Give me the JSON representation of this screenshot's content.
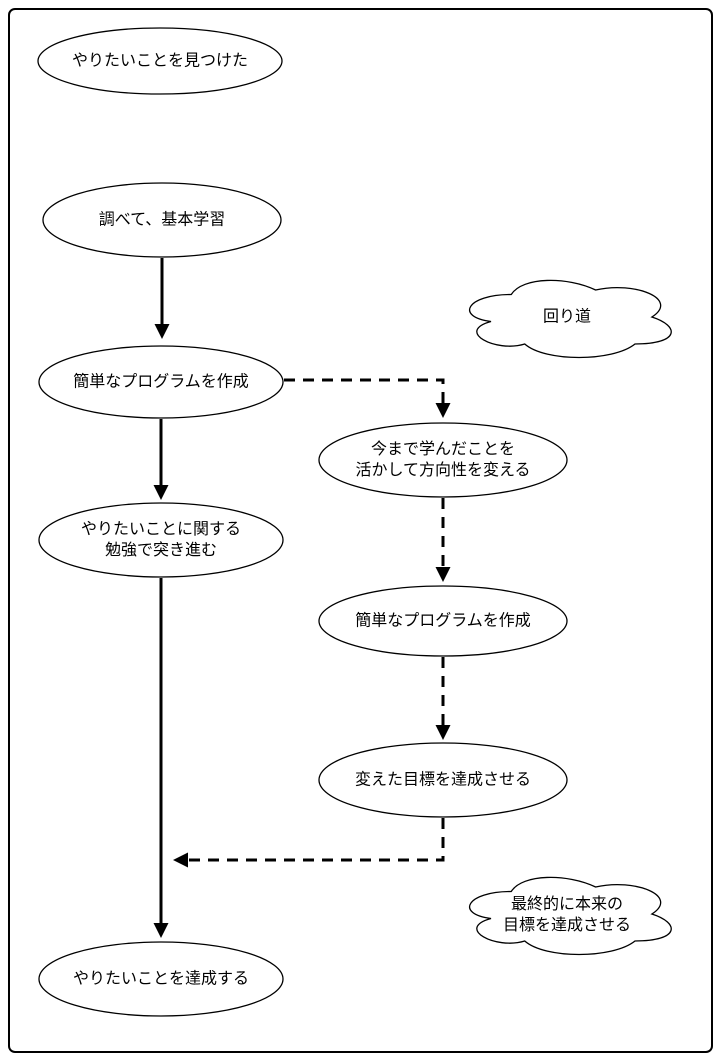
{
  "diagram": {
    "type": "flowchart",
    "colors": {
      "stroke": "#000000",
      "background": "#ffffff"
    },
    "nodes": {
      "found_goal": {
        "label": "やりたいことを見つけた",
        "shape": "ellipse"
      },
      "research_basics": {
        "label": "調べて、基本学習",
        "shape": "ellipse"
      },
      "simple_program_main": {
        "label": "簡単なプログラムを作成",
        "shape": "ellipse"
      },
      "push_forward": {
        "label": "やりたいことに関する\n勉強で突き進む",
        "shape": "ellipse"
      },
      "achieve_goal": {
        "label": "やりたいことを達成する",
        "shape": "ellipse"
      },
      "change_direction": {
        "label": "今まで学んだことを\n活かして方向性を変える",
        "shape": "ellipse"
      },
      "simple_program_detour": {
        "label": "簡単なプログラムを作成",
        "shape": "ellipse"
      },
      "achieve_changed_goal": {
        "label": "変えた目標を達成させる",
        "shape": "ellipse"
      }
    },
    "clouds": {
      "detour": {
        "label": "回り道",
        "shape": "cloud"
      },
      "final_goal": {
        "label": "最終的に本来の\n目標を達成させる",
        "shape": "cloud"
      }
    },
    "edges": {
      "main_path_style": "solid",
      "detour_path_style": "dashed"
    }
  }
}
